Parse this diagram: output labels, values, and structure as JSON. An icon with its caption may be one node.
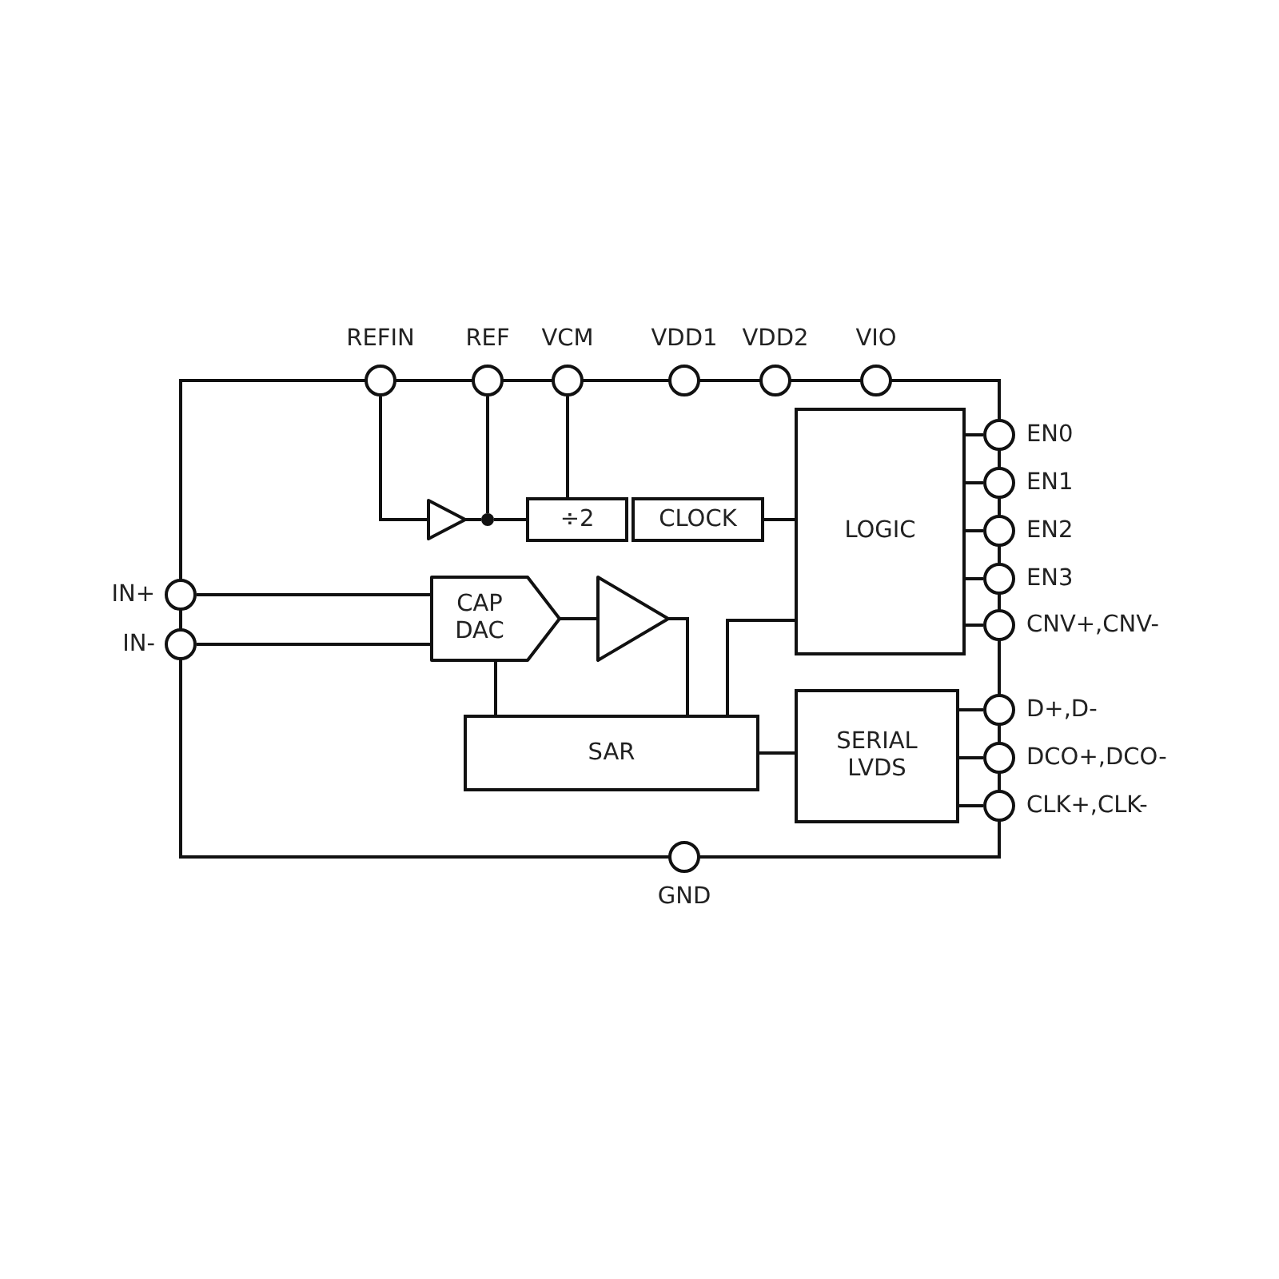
{
  "diagram": {
    "nodes": [
      {
        "text": [],
        "shape": "box"
      },
      {
        "text": [],
        "shape": "circle",
        "beside": [
          "REFIN"
        ]
      },
      {
        "text": [],
        "shape": "circle",
        "beside": [
          "REF"
        ]
      },
      {
        "text": [],
        "shape": "circle",
        "beside": [
          "VCM"
        ]
      },
      {
        "text": [],
        "shape": "circle",
        "beside": [
          "VDD1"
        ]
      },
      {
        "text": [],
        "shape": "circle",
        "beside": [
          "VDD2"
        ]
      },
      {
        "text": [],
        "shape": "circle",
        "beside": [
          "VIO"
        ]
      },
      {
        "text": [],
        "shape": "circle",
        "beside": [
          "EN0"
        ]
      },
      {
        "text": [],
        "shape": "circle",
        "beside": [
          "EN1"
        ]
      },
      {
        "text": [],
        "shape": "circle",
        "beside": [
          "EN2"
        ]
      },
      {
        "text": [],
        "shape": "circle",
        "beside": [
          "EN3"
        ]
      },
      {
        "text": [],
        "shape": "circle",
        "beside": [
          "CNV+,CNV-"
        ]
      },
      {
        "text": [],
        "shape": "circle",
        "beside": [
          "IN+"
        ]
      },
      {
        "text": [],
        "shape": "circle",
        "beside": [
          "IN-"
        ]
      },
      {
        "text": [],
        "shape": "circle",
        "beside": [
          "D+,D-"
        ]
      },
      {
        "text": [],
        "shape": "circle",
        "beside": [
          "DCO+,DCO-"
        ]
      },
      {
        "text": [],
        "shape": "circle",
        "beside": [
          "CLK+,CLK-"
        ]
      },
      {
        "text": [],
        "shape": "circle",
        "beside": [
          "GND"
        ]
      },
      {
        "text": [],
        "shape": "triangle",
        "in": 0
      },
      {
        "text": [],
        "shape": "dot",
        "in": 0
      },
      {
        "text": [
          "÷2"
        ],
        "in": 0
      },
      {
        "text": [
          "CLOCK"
        ],
        "in": 0
      },
      {
        "text": [
          "LOGIC"
        ],
        "in": 0
      },
      {
        "text": [
          "CAP DAC"
        ],
        "in": 0
      },
      {
        "text": [],
        "shape": "triangle",
        "in": 0
      },
      {
        "text": [
          "SAR"
        ],
        "in": 0
      },
      {
        "text": [
          "SERIAL LVDS"
        ],
        "in": 0
      }
    ],
    "edges": [
      {
        "from": 1,
        "to": 18,
        "arrow": "none"
      },
      {
        "from": 18,
        "to": 19,
        "arrow": "none"
      },
      {
        "from": 2,
        "to": 19,
        "arrow": "none"
      },
      {
        "from": 19,
        "to": 20,
        "arrow": "none"
      },
      {
        "from": 3,
        "to": 20,
        "arrow": "none"
      },
      {
        "from": 21,
        "to": 22,
        "arrow": "none"
      },
      {
        "from": 22,
        "to": 7,
        "arrow": "none"
      },
      {
        "from": 22,
        "to": 8,
        "arrow": "none"
      },
      {
        "from": 22,
        "to": 9,
        "arrow": "none"
      },
      {
        "from": 22,
        "to": 10,
        "arrow": "none"
      },
      {
        "from": 22,
        "to": 11,
        "arrow": "none"
      },
      {
        "from": 12,
        "to": 23,
        "arrow": "none"
      },
      {
        "from": 13,
        "to": 23,
        "arrow": "none"
      },
      {
        "from": 23,
        "to": 24,
        "arrow": "none"
      },
      {
        "from": 24,
        "to": 25,
        "arrow": "none"
      },
      {
        "from": 23,
        "to": 25,
        "arrow": "none"
      },
      {
        "from": 25,
        "to": 22,
        "arrow": "none"
      },
      {
        "from": 25,
        "to": 26,
        "arrow": "none"
      },
      {
        "from": 26,
        "to": 14,
        "arrow": "none"
      },
      {
        "from": 26,
        "to": 15,
        "arrow": "none"
      },
      {
        "from": 26,
        "to": 16,
        "arrow": "none"
      }
    ]
  }
}
